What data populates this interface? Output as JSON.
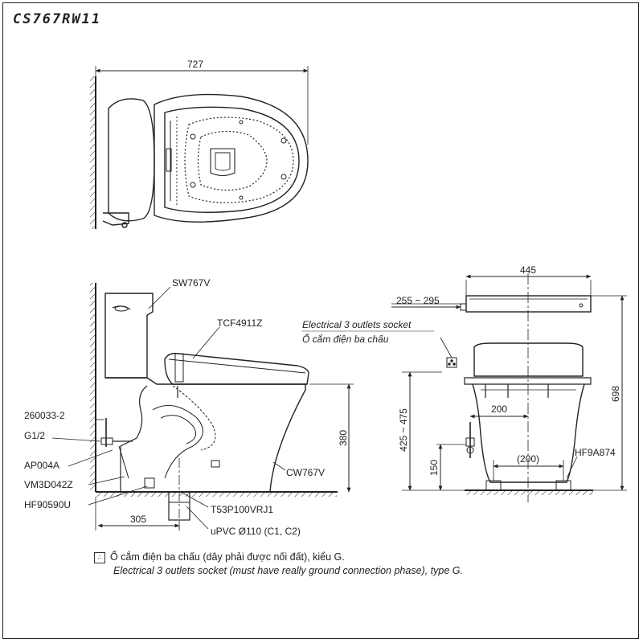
{
  "model": "CS767RW11",
  "dimensions": {
    "top_width": "727",
    "front_width": "445",
    "socket_range": "255 ~ 295",
    "seat_height": "380",
    "total_height": "698",
    "inlet_height": "425 ~ 475",
    "outlet_height": "150",
    "wall_offset": "200",
    "feet_span": "(200)",
    "drain_distance": "305"
  },
  "labels": {
    "tank": "SW767V",
    "seat": "TCF4911Z",
    "bowl": "CW767V",
    "part_260033": "260033-2",
    "thread": "G1/2",
    "ap004a": "AP004A",
    "vm3d042z": "VM3D042Z",
    "hf90590u": "HF90590U",
    "adapter": "T53P100VRJ1",
    "pipe": "uPVC Ø110 (C1, C2)",
    "supply_hose": "HF9A874",
    "socket_en": "Electrical 3 outlets socket",
    "socket_vi": "Ổ cắm điện ba chấu"
  },
  "note": {
    "symbol": "∴",
    "vi": "Ổ cắm điện ba chấu (dây phải được nối đất), kiểu G.",
    "en": "Electrical 3 outlets socket (must have really ground connection phase), type G."
  }
}
